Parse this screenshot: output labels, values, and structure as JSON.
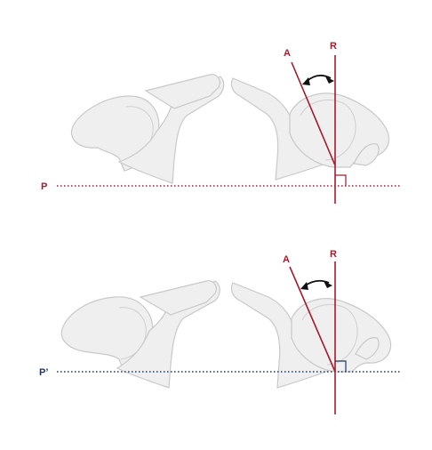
{
  "colors": {
    "red": "#a31c2e",
    "navy": "#1f3564",
    "bone_fill": "#efefef",
    "bone_stroke": "#c9c9c9",
    "arrow": "#111111"
  },
  "top_panel": {
    "label_line": "P",
    "label_A": "A",
    "label_R": "R"
  },
  "bottom_panel": {
    "label_line": "P’",
    "label_A": "A",
    "label_R": "R"
  }
}
